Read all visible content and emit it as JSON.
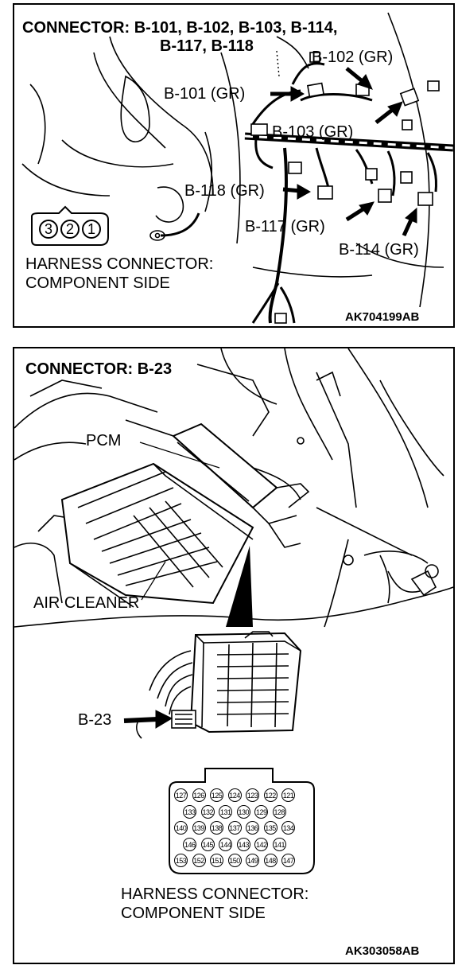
{
  "panel1": {
    "title_line1": "CONNECTOR: B-101, B-102, B-103, B-114,",
    "title_line2": "B-117, B-118",
    "labels": {
      "b102": "B-102 (GR)",
      "b101": "B-101 (GR)",
      "b103": "B-103 (GR)",
      "b118": "B-118 (GR)",
      "b117": "B-117 (GR)",
      "b114": "B-114 (GR)"
    },
    "pins": [
      "3",
      "2",
      "1"
    ],
    "harness_line1": "HARNESS CONNECTOR:",
    "harness_line2": "COMPONENT SIDE",
    "code": "AK704199AB"
  },
  "panel2": {
    "title": "CONNECTOR: B-23",
    "pcm_label": "PCM",
    "air_cleaner_label": "AIR CLEANER",
    "b23_label": "B-23",
    "pin_rows": [
      [
        "127",
        "126",
        "125",
        "124",
        "123",
        "122",
        "121"
      ],
      [
        "133",
        "132",
        "131",
        "130",
        "129",
        "128"
      ],
      [
        "140",
        "139",
        "138",
        "137",
        "136",
        "135",
        "134"
      ],
      [
        "146",
        "145",
        "144",
        "143",
        "142",
        "141"
      ],
      [
        "153",
        "152",
        "151",
        "150",
        "149",
        "148",
        "147"
      ]
    ],
    "harness_line1": "HARNESS CONNECTOR:",
    "harness_line2": "COMPONENT SIDE",
    "code": "AK303058AB"
  }
}
